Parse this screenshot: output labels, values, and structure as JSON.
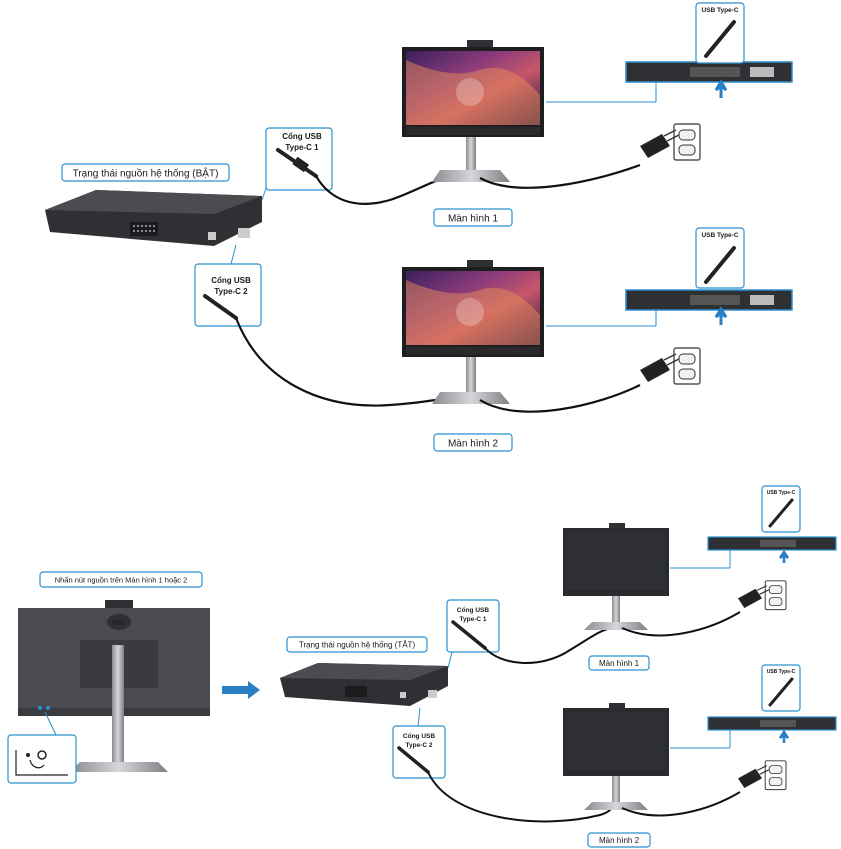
{
  "top": {
    "system_state_label": "Trạng thái nguồn hệ thống (BẬT)",
    "port1_label_line1": "Cổng USB",
    "port1_label_line2": "Type-C 1",
    "port2_label_line1": "Cổng USB",
    "port2_label_line2": "Type-C 2",
    "monitor1_label": "Màn hình 1",
    "monitor2_label": "Màn hình 2",
    "usbc_tag_1": "USB Type-C",
    "usbc_tag_2": "USB Type-C"
  },
  "bottom": {
    "press_label": "Nhấn nút nguồn trên Màn hình 1 hoặc 2",
    "system_state_label": "Trạng thái nguồn hệ thống (TẮT)",
    "port1_label_line1": "Cổng USB",
    "port1_label_line2": "Type-C 1",
    "port2_label_line1": "Cổng USB",
    "port2_label_line2": "Type-C 2",
    "monitor1_label": "Màn hình 1",
    "monitor2_label": "Màn hình 2",
    "usbc_tag_1": "USB Type-C",
    "usbc_tag_2": "USB Type-C",
    "brand_logo": "DELL"
  },
  "colors": {
    "accent_blue": "#2b8fd0",
    "arrow_blue": "#2b7fc4",
    "device_dark": "#2f3033",
    "monitor_gray": "#4a4b4e"
  }
}
